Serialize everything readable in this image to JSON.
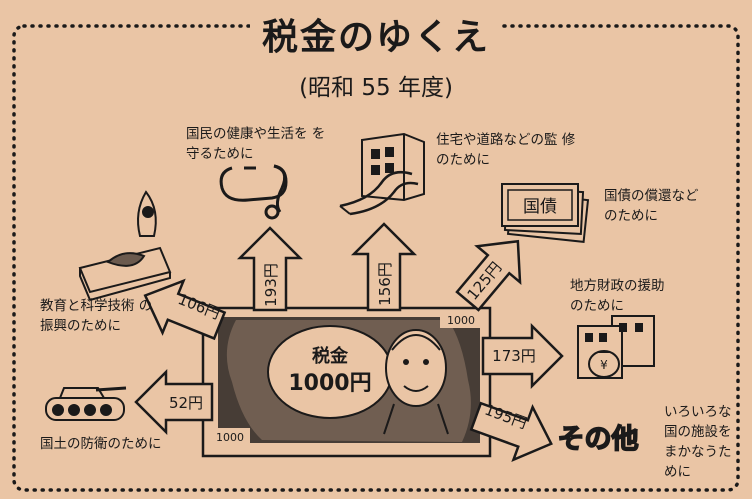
{
  "title": "税金のゆくえ",
  "subtitle": "(昭和 55 年度)",
  "center": {
    "label_top": "税金",
    "label_bottom": "1000円",
    "corner_note_tr": "1000",
    "corner_note_bl": "1000"
  },
  "destinations": [
    {
      "id": "health",
      "amount": "193円",
      "label": "国民の健康や生活を を守るために"
    },
    {
      "id": "housing",
      "amount": "156円",
      "label": "住宅や道路などの監 修のために"
    },
    {
      "id": "debt",
      "amount": "125円",
      "label": "国債の償還など のために",
      "icon_text": "国債"
    },
    {
      "id": "local",
      "amount": "173円",
      "label": "地方財政の援助 のために"
    },
    {
      "id": "education",
      "amount": "106円",
      "label": "教育と科学技術 の振興のために"
    },
    {
      "id": "defense",
      "amount": "52円",
      "label": "国土の防衛のために"
    },
    {
      "id": "other",
      "amount": "195円",
      "label": "いろいろな 国の施設を まかなうた めに",
      "icon_text": "その他"
    }
  ]
}
